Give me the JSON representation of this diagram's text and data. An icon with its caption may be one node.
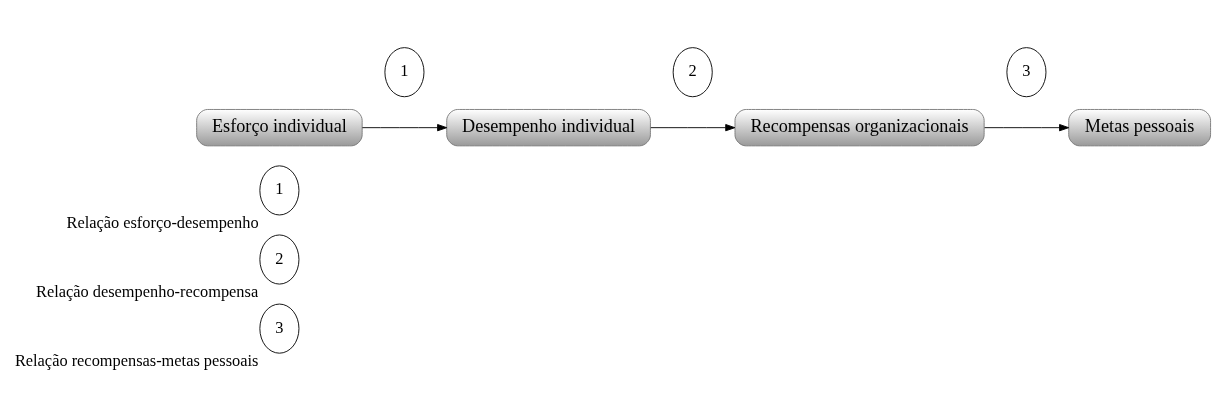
{
  "diagram": {
    "nodes": [
      {
        "text": [
          "Esforço individual"
        ]
      },
      {
        "text": [
          "1"
        ]
      },
      {
        "text": [
          "Desempenho individual"
        ]
      },
      {
        "text": [
          "2"
        ]
      },
      {
        "text": [
          "Recompensas organizacionais"
        ]
      },
      {
        "text": [
          "3"
        ]
      },
      {
        "text": [
          "Metas pessoais"
        ]
      },
      {
        "text": [
          "1"
        ],
        "beside": [
          "Relação esforço-desempenho"
        ]
      },
      {
        "text": [
          "2"
        ],
        "beside": [
          "Relação desempenho-recompensa"
        ]
      },
      {
        "text": [
          "3"
        ],
        "beside": [
          "Relação recompensas-metas pessoais"
        ]
      }
    ],
    "edges": [
      {
        "from": 0,
        "to": 2,
        "arrow": "to"
      },
      {
        "from": 2,
        "to": 4,
        "arrow": "to"
      },
      {
        "from": 4,
        "to": 6,
        "arrow": "to"
      }
    ]
  }
}
